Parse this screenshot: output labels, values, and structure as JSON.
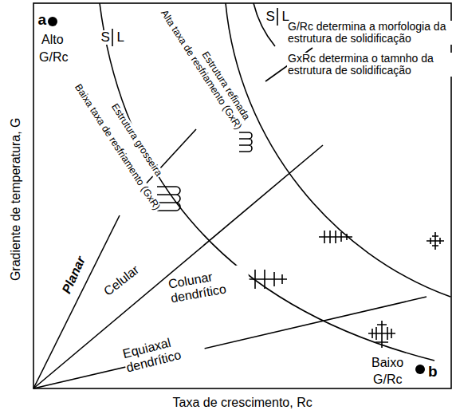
{
  "diagram": {
    "labels": [
      "a",
      "S",
      "L",
      "S",
      "L",
      "G/Rc determina a morfologia da estrutura de solidificação",
      "Alto",
      "G/Rc",
      "GxRc determina o tamnho da estrutura de solidificação",
      "Alta taxa de resfriamento (GxR)",
      "Estrutura refinada",
      "Baixa taxa de resfriamento (GxR)",
      "Estrutura grosseira",
      "Gradiente de temperatura, G",
      "Planar",
      "Celular",
      "Colunar dendrítico",
      "Equiaxal dendrítico",
      "Baixo",
      "G/Rc",
      "b",
      "Taxa de crescimento, Rc"
    ]
  }
}
